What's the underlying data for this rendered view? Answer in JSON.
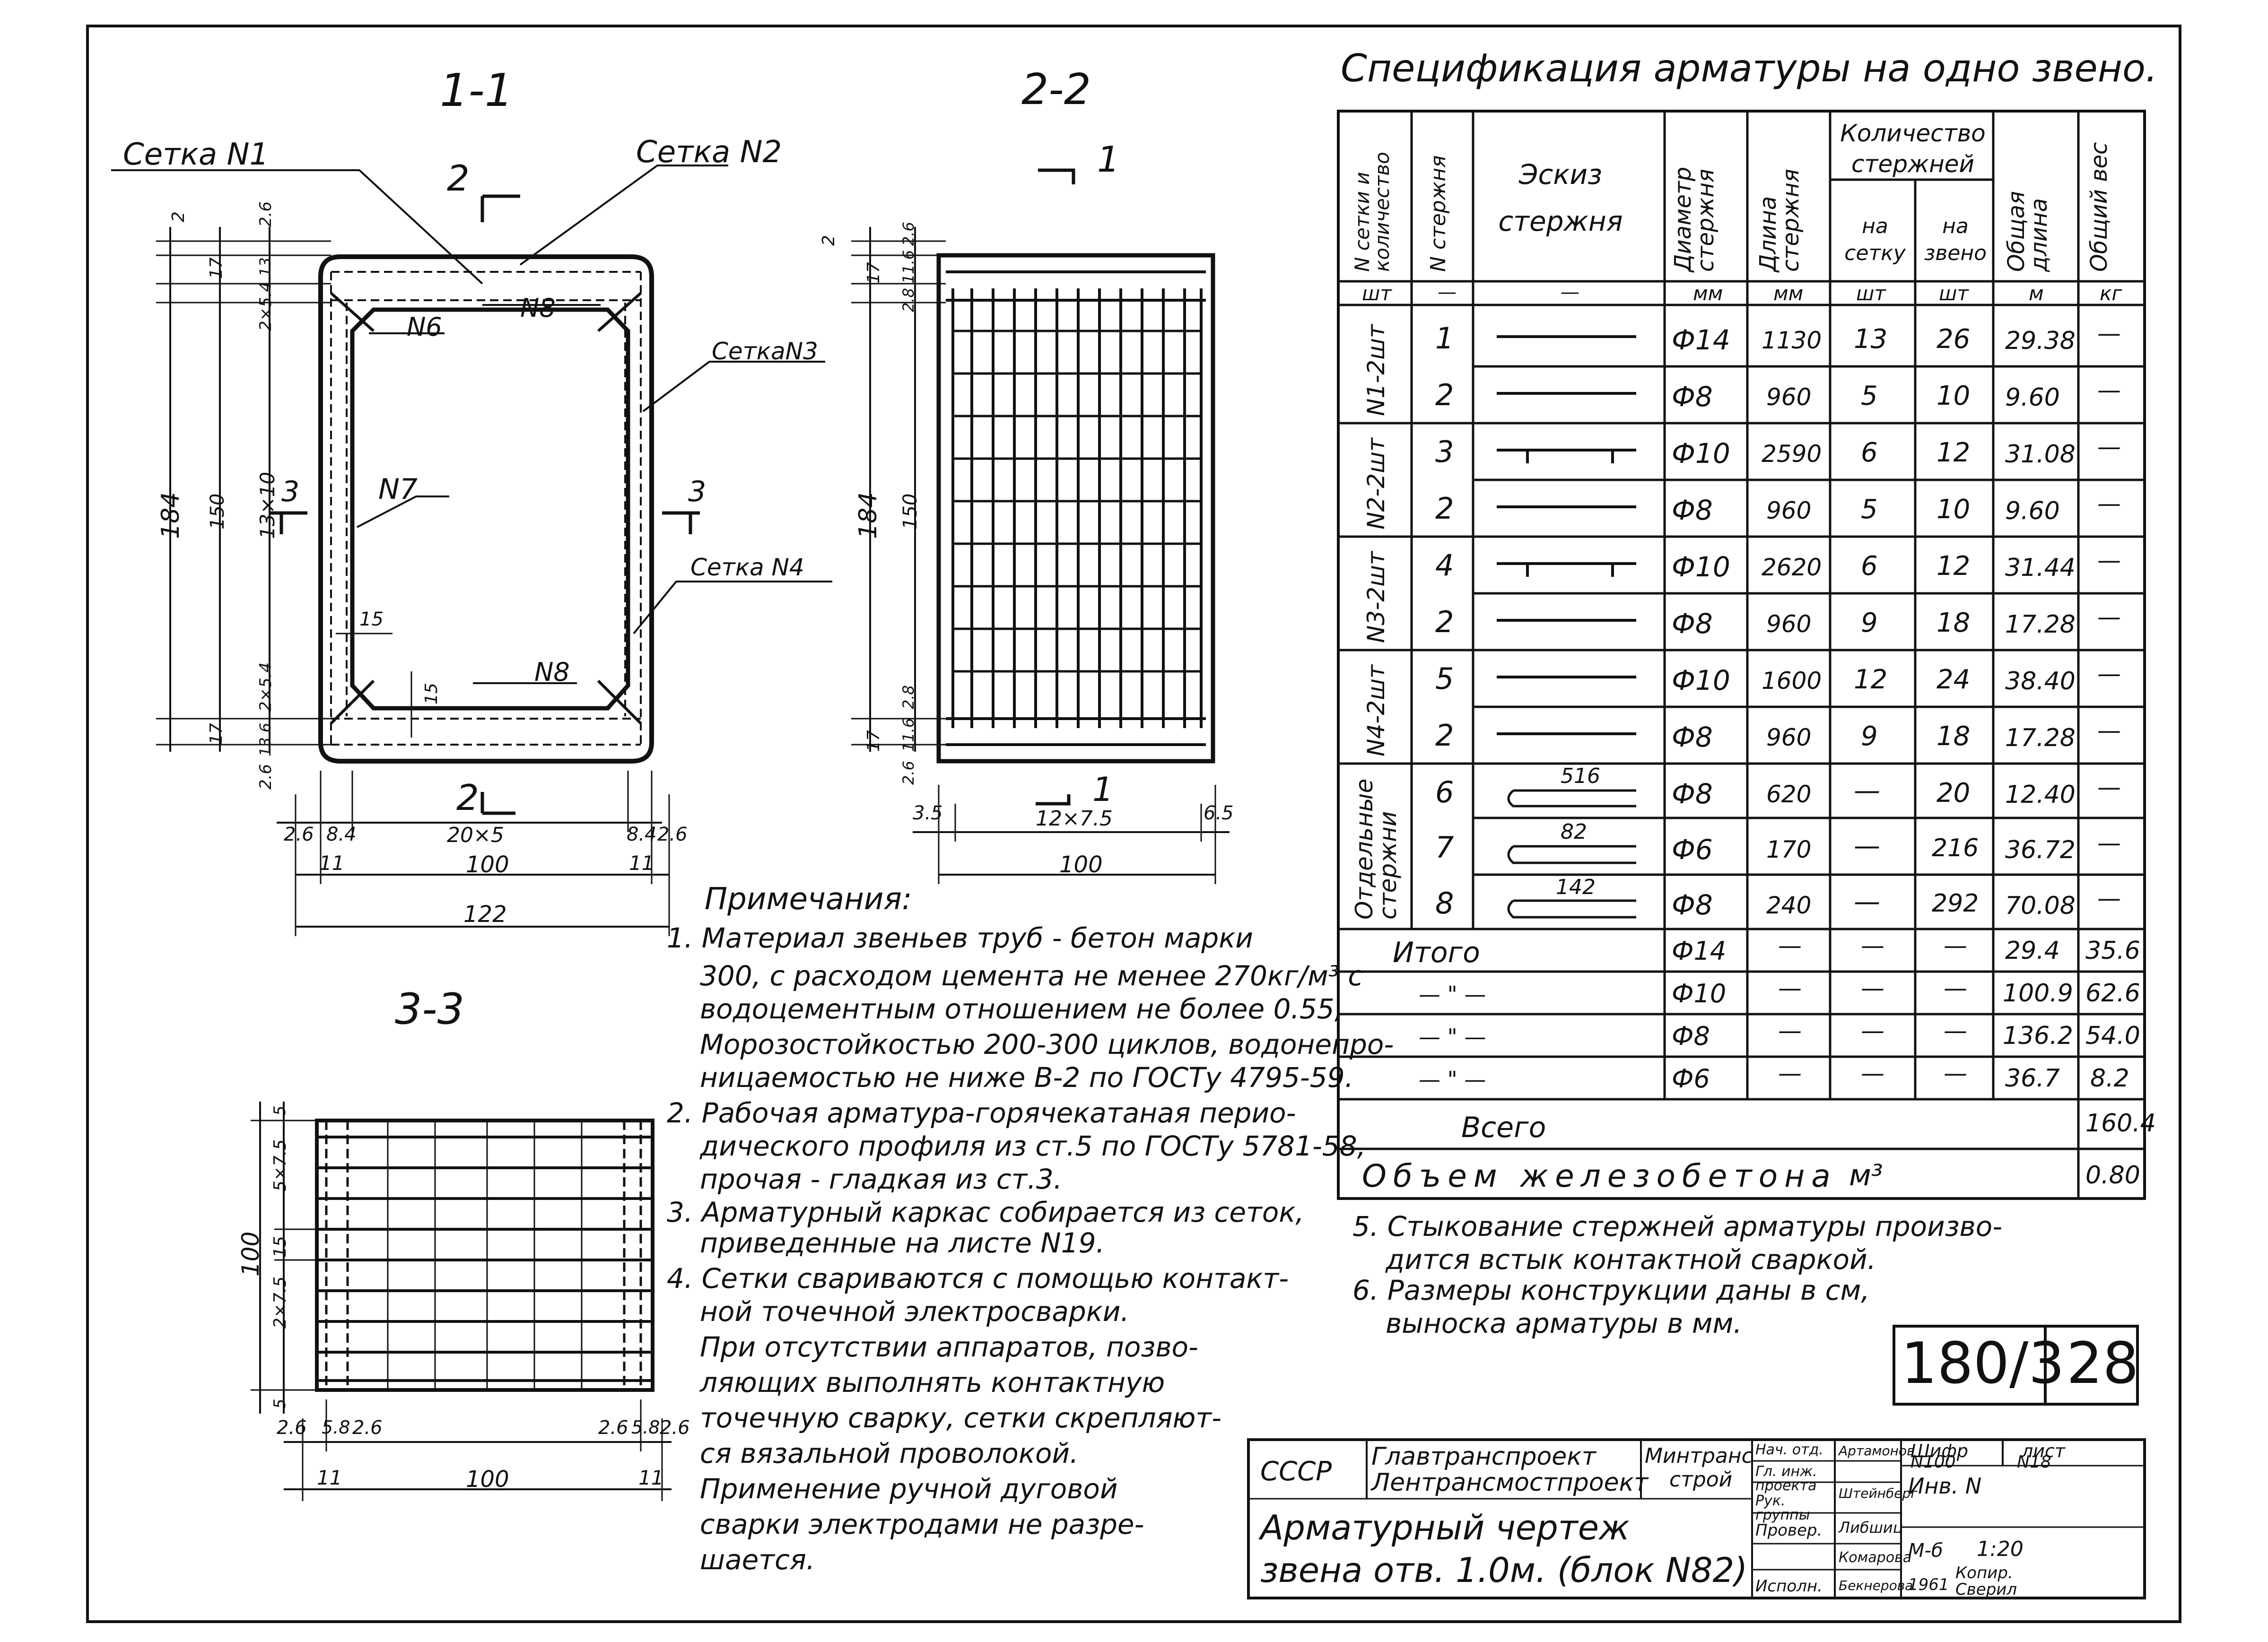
{
  "sections": {
    "s11": "1-1",
    "s22": "2-2",
    "s33": "3-3"
  },
  "callouts": {
    "setka1": "Сетка N1",
    "setka2": "Сетка N2",
    "setka3": "СеткаN3",
    "setka4": "Сетка N4",
    "n6": "N6",
    "n7": "N7",
    "n8a": "N8",
    "n8b": "N8",
    "cut2a": "2",
    "cut2b": "2",
    "cut3a": "3",
    "cut3b": "3",
    "cut1a": "1",
    "cut1b": "1"
  },
  "dims_s11": {
    "d2": "2",
    "d26": "2.6",
    "d17a": "17",
    "d13": "13",
    "d2x54a": "2×5.4",
    "d184": "184",
    "d150": "150",
    "d13x10": "13×10",
    "d2x54b": "2×5.4",
    "d17b": "17",
    "d136": "13.6",
    "d26b": "2.6",
    "d15a": "15",
    "d15b": "15",
    "b26a": "2.6",
    "b84a": "8.4",
    "b20x5": "20×5",
    "b84b": "8.4",
    "b26b": "2.6",
    "b11a": "11",
    "b100": "100",
    "b11b": "11",
    "b122": "122"
  },
  "dims_s22": {
    "d2": "2",
    "d26": "2.6",
    "d17a": "17",
    "d116": "11.6",
    "d28": "2.8",
    "d184": "184",
    "d150": "150",
    "d28b": "2.8",
    "d17b": "17",
    "d116b": "11.6",
    "d26b": "2.6",
    "b35": "3.5",
    "b12x75": "12×7.5",
    "b65": "6.5",
    "b100": "100"
  },
  "dims_s33": {
    "d5a": "5",
    "d5x75": "5×7.5",
    "d15": "15",
    "d2x75": "2×7.5",
    "d5b": "5",
    "d100": "100",
    "b26a": "2.6",
    "b58a": "5.8",
    "b26b": "2.6",
    "b26c": "2.6",
    "b58b": "5.8",
    "b26d": "2.6",
    "b11a": "11",
    "b100": "100",
    "b11b": "11"
  },
  "notes": {
    "title": "Примечания:",
    "lines": [
      "1. Материал звеньев труб - бетон марки",
      "300, с расходом цемента не менее 270кг/м³ с",
      "водоцементным отношением не более 0.55,",
      "Морозостойкостью 200-300 циклов, водонепро-",
      "ницаемостью не ниже В-2 по ГОСТу 4795-59.",
      "2. Рабочая арматура-горячекатаная перио-",
      "дического профиля из ст.5 по ГОСТу 5781-58,",
      "прочая - гладкая из ст.3.",
      "3. Арматурный каркас собирается из сеток,",
      "приведенные на листе N19.",
      "4. Сетки свариваются с помощью контакт-",
      "ной точечной электросварки.",
      "При отсутствии аппаратов, позво-",
      "ляющих выполнять контактную",
      "точечную сварку, сетки скрепляют-",
      "ся вязальной проволокой.",
      "Применение ручной дуговой",
      "сварки электродами не разре-",
      "шается."
    ],
    "extra": [
      "5. Стыкование стержней арматуры произво-",
      "дится встык контактной сваркой.",
      "6. Размеры конструкции даны в см,",
      "выноска арматуры в мм."
    ]
  },
  "spec": {
    "title": "Спецификация арматуры на одно звено.",
    "headers": {
      "mesh": "N сетки и количество",
      "bar": "N стержня",
      "sketch": "Эскиз стержня",
      "diam": "Диаметр стержня",
      "len": "Длина стержня",
      "qty": "Количество стержней",
      "qty_mesh": "на сетку",
      "qty_link": "на звено",
      "total_len": "Общая длина",
      "weight": "Общий вес"
    },
    "units": [
      "шт",
      "—",
      "—",
      "мм",
      "мм",
      "шт",
      "шт",
      "м",
      "кг"
    ],
    "groups": [
      "N1-2шт",
      "N2-2шт",
      "N3-2шт",
      "N4-2шт",
      "Отдельные стержни"
    ],
    "rows": [
      {
        "bar": "1",
        "diam": "Ф14",
        "len": "1130",
        "mesh": "13",
        "link": "26",
        "total": "29.38",
        "w": "—"
      },
      {
        "bar": "2",
        "diam": "Ф8",
        "len": "960",
        "mesh": "5",
        "link": "10",
        "total": "9.60",
        "w": "—"
      },
      {
        "bar": "3",
        "diam": "Ф10",
        "len": "2590",
        "mesh": "6",
        "link": "12",
        "total": "31.08",
        "w": "—"
      },
      {
        "bar": "2",
        "diam": "Ф8",
        "len": "960",
        "mesh": "5",
        "link": "10",
        "total": "9.60",
        "w": "—"
      },
      {
        "bar": "4",
        "diam": "Ф10",
        "len": "2620",
        "mesh": "6",
        "link": "12",
        "total": "31.44",
        "w": "—"
      },
      {
        "bar": "2",
        "diam": "Ф8",
        "len": "960",
        "mesh": "9",
        "link": "18",
        "total": "17.28",
        "w": "—"
      },
      {
        "bar": "5",
        "diam": "Ф10",
        "len": "1600",
        "mesh": "12",
        "link": "24",
        "total": "38.40",
        "w": "—"
      },
      {
        "bar": "2",
        "diam": "Ф8",
        "len": "960",
        "mesh": "9",
        "link": "18",
        "total": "17.28",
        "w": "—"
      },
      {
        "bar": "6",
        "sk": "516",
        "diam": "Ф8",
        "len": "620",
        "mesh": "—",
        "link": "20",
        "total": "12.40",
        "w": "—"
      },
      {
        "bar": "7",
        "sk": "82",
        "diam": "Ф6",
        "len": "170",
        "mesh": "—",
        "link": "216",
        "total": "36.72",
        "w": "—"
      },
      {
        "bar": "8",
        "sk": "142",
        "diam": "Ф8",
        "len": "240",
        "mesh": "—",
        "link": "292",
        "total": "70.08",
        "w": "—"
      }
    ],
    "totals_label": "Итого",
    "ditto": "— \" —",
    "totals": [
      {
        "diam": "Ф14",
        "a": "—",
        "b": "—",
        "c": "—",
        "total": "29.4",
        "w": "35.6"
      },
      {
        "diam": "Ф10",
        "a": "—",
        "b": "—",
        "c": "—",
        "total": "100.9",
        "w": "62.6"
      },
      {
        "diam": "Ф8",
        "a": "—",
        "b": "—",
        "c": "—",
        "total": "136.2",
        "w": "54.0"
      },
      {
        "diam": "Ф6",
        "a": "—",
        "b": "—",
        "c": "—",
        "total": "36.7",
        "w": "8.2"
      }
    ],
    "all_label": "Всего",
    "all_value": "160.4",
    "volume_label": "Объем железобетона",
    "volume_unit": "м³",
    "volume_value": "0.80"
  },
  "stamp": {
    "code": "180",
    "num": "3",
    "sheet": "28"
  },
  "titleblock": {
    "ussr": "СССР",
    "org1": "Главтранспроект",
    "org2": "Лентрансмостпроект",
    "ministry1": "Минтранс",
    "ministry2": "строй",
    "roles": [
      "Нач. отд.",
      "Гл. инж. проекта",
      "Рук. группы",
      "Провер.",
      "Исполн."
    ],
    "names": [
      "Артамонов",
      "Штейнберг",
      "Либшиц",
      "Комарова",
      "Бекнерова"
    ],
    "shifr_label": "Шифр",
    "shifr_value": "N100",
    "list_label": "лист",
    "list_value": "N18",
    "inv": "Инв. N",
    "mark": "М-б",
    "scale": "1:20",
    "year": "1961",
    "kopir": "Копир.",
    "sveril": "Сверил",
    "title1": "Арматурный чертеж",
    "title2": "звена отв. 1.0м. (блок N82)"
  }
}
